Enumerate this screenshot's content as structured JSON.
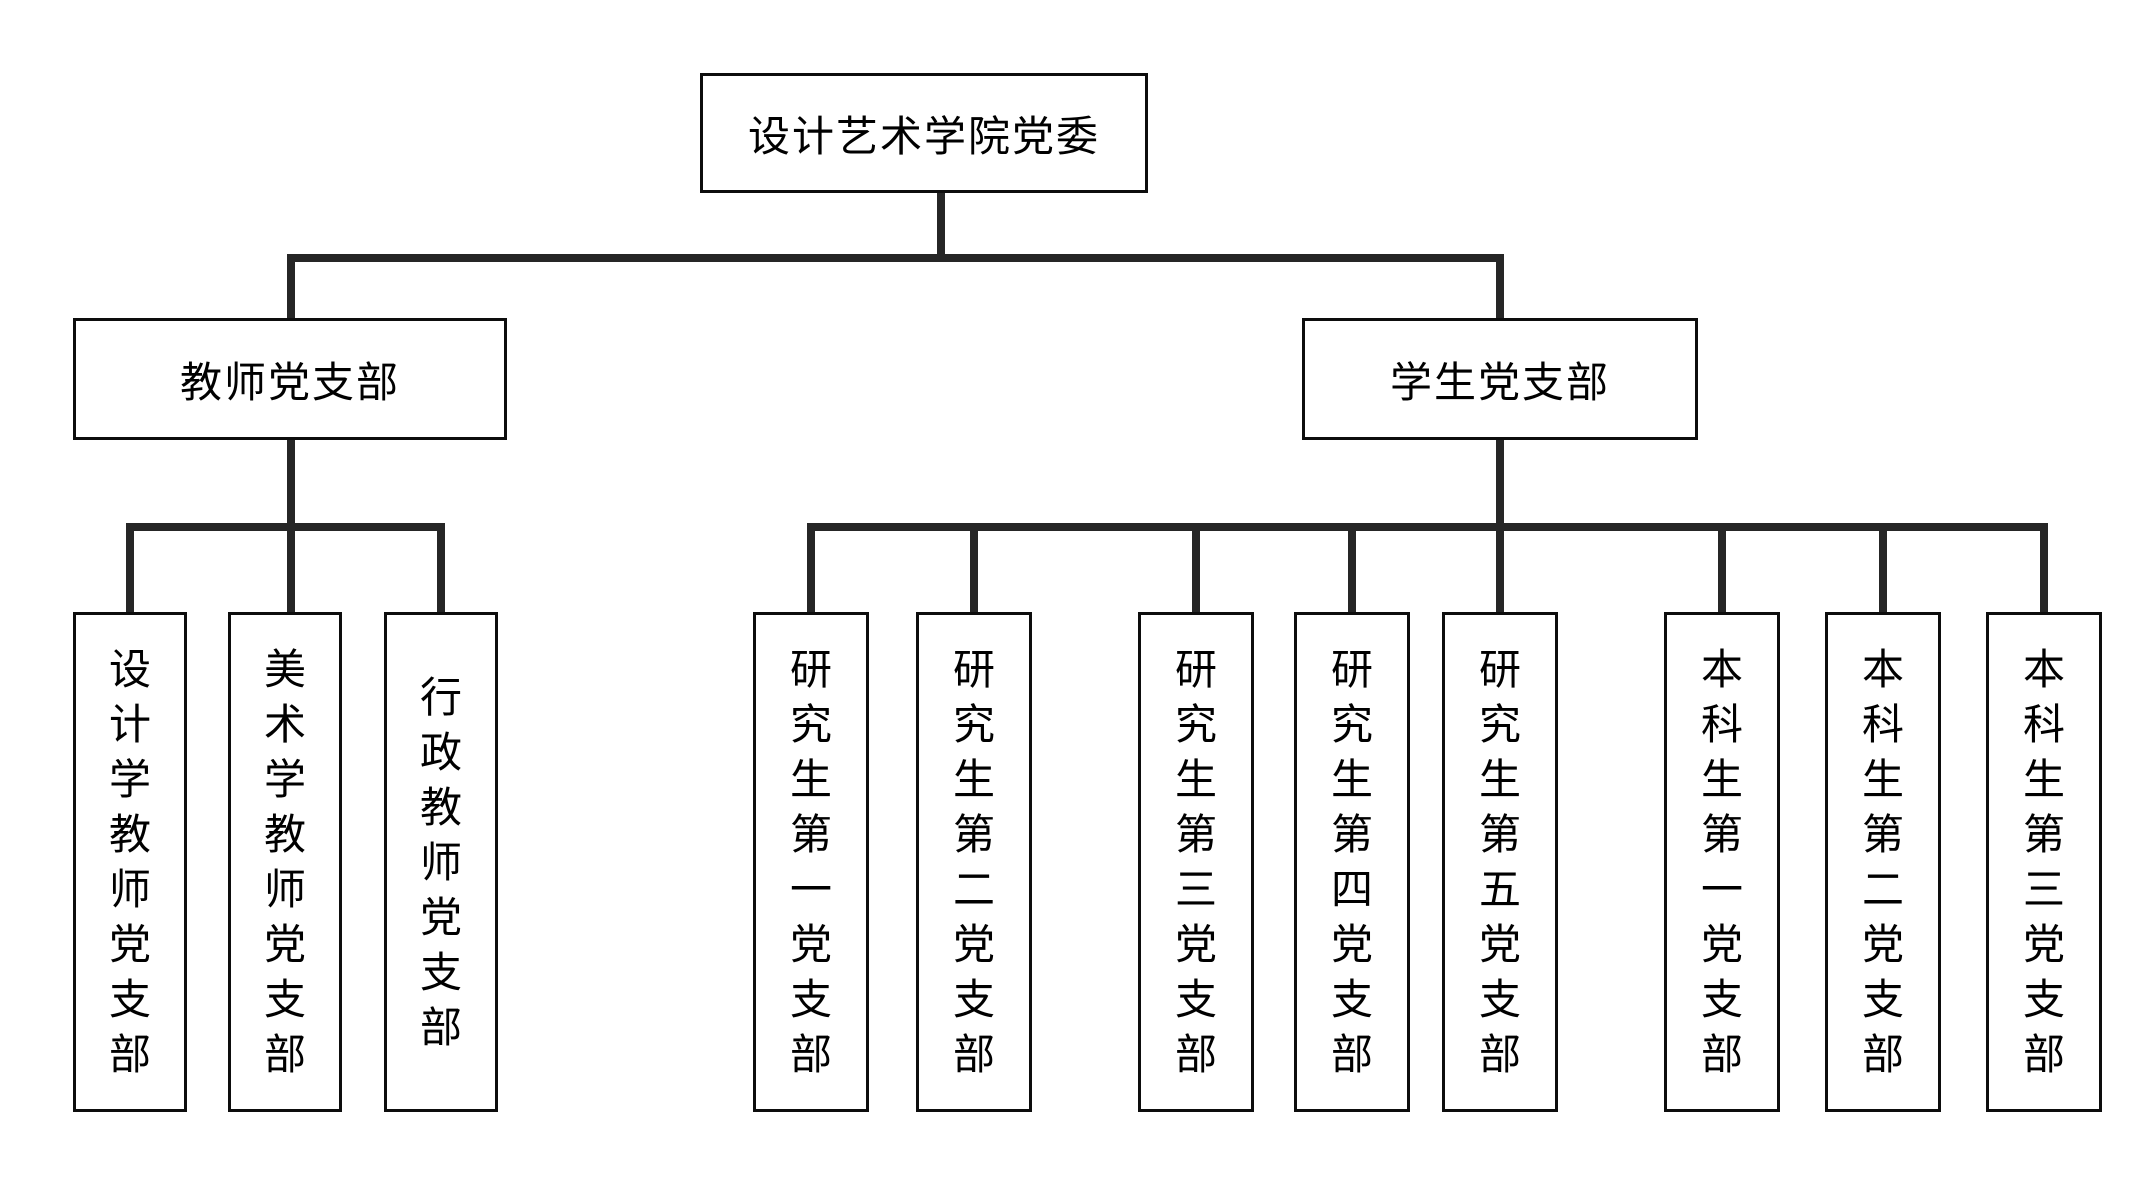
{
  "diagram": {
    "type": "org-chart",
    "root": {
      "label": "设计艺术学院党委"
    },
    "branches": [
      {
        "id": "teacher",
        "label": "教师党支部"
      },
      {
        "id": "student",
        "label": "学生党支部"
      }
    ],
    "teacher_children": [
      "设计学教师党支部",
      "美术学教师党支部",
      "行政教师党支部"
    ],
    "student_children": [
      "研究生第一党支部",
      "研究生第二党支部",
      "研究生第三党支部",
      "研究生第四党支部",
      "研究生第五党支部",
      "本科生第一党支部",
      "本科生第二党支部",
      "本科生第三党支部"
    ],
    "colors": {
      "background": "#ffffff",
      "line": "#262626",
      "box_border": "#0d0d0d",
      "text": "#000000"
    }
  }
}
